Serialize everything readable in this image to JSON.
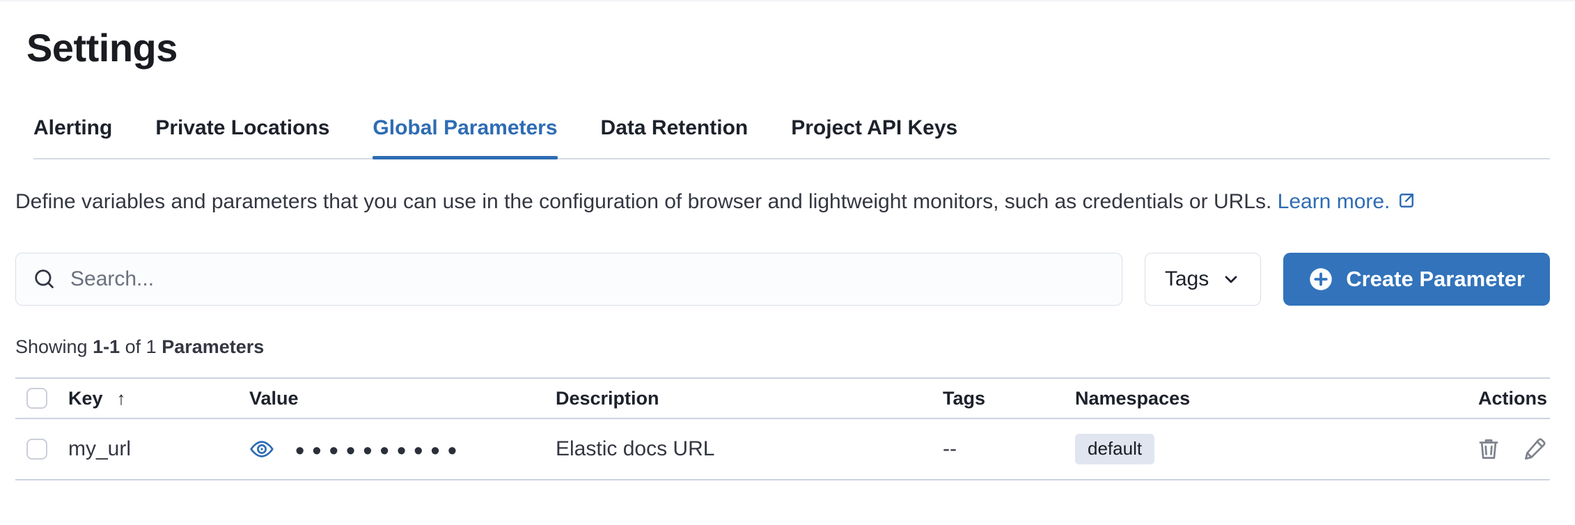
{
  "page": {
    "title": "Settings"
  },
  "tabs": [
    {
      "label": "Alerting",
      "active": false
    },
    {
      "label": "Private Locations",
      "active": false
    },
    {
      "label": "Global Parameters",
      "active": true
    },
    {
      "label": "Data Retention",
      "active": false
    },
    {
      "label": "Project API Keys",
      "active": false
    }
  ],
  "description": {
    "text": "Define variables and parameters that you can use in the configuration of browser and lightweight monitors, such as credentials or URLs.",
    "link_label": "Learn more.",
    "link_icon": "external-link-icon"
  },
  "toolbar": {
    "search_placeholder": "Search...",
    "search_value": "",
    "tags_filter_label": "Tags",
    "create_button_label": "Create Parameter"
  },
  "summary": {
    "showing": "Showing",
    "range": "1-1",
    "of": "of 1",
    "entity": "Parameters"
  },
  "table": {
    "columns": [
      "Key",
      "Value",
      "Description",
      "Tags",
      "Namespaces",
      "Actions"
    ],
    "sort": {
      "column": "Key",
      "direction": "ascending",
      "icon": "↑"
    },
    "rows": [
      {
        "key": "my_url",
        "value_masked": "••••••••••",
        "value_icon": "eye-icon",
        "description": "Elastic docs URL",
        "tags": "--",
        "namespace": "default",
        "actions": [
          "delete",
          "edit"
        ]
      }
    ]
  },
  "colors": {
    "accent_blue": "#2e6cb3",
    "button_blue": "#3273bb",
    "text_dark": "#1a1c21",
    "text_body": "#343741",
    "divider": "#ccd2e0",
    "badge_bg": "#e0e5f0",
    "action_icon_gray": "#7d828c"
  }
}
